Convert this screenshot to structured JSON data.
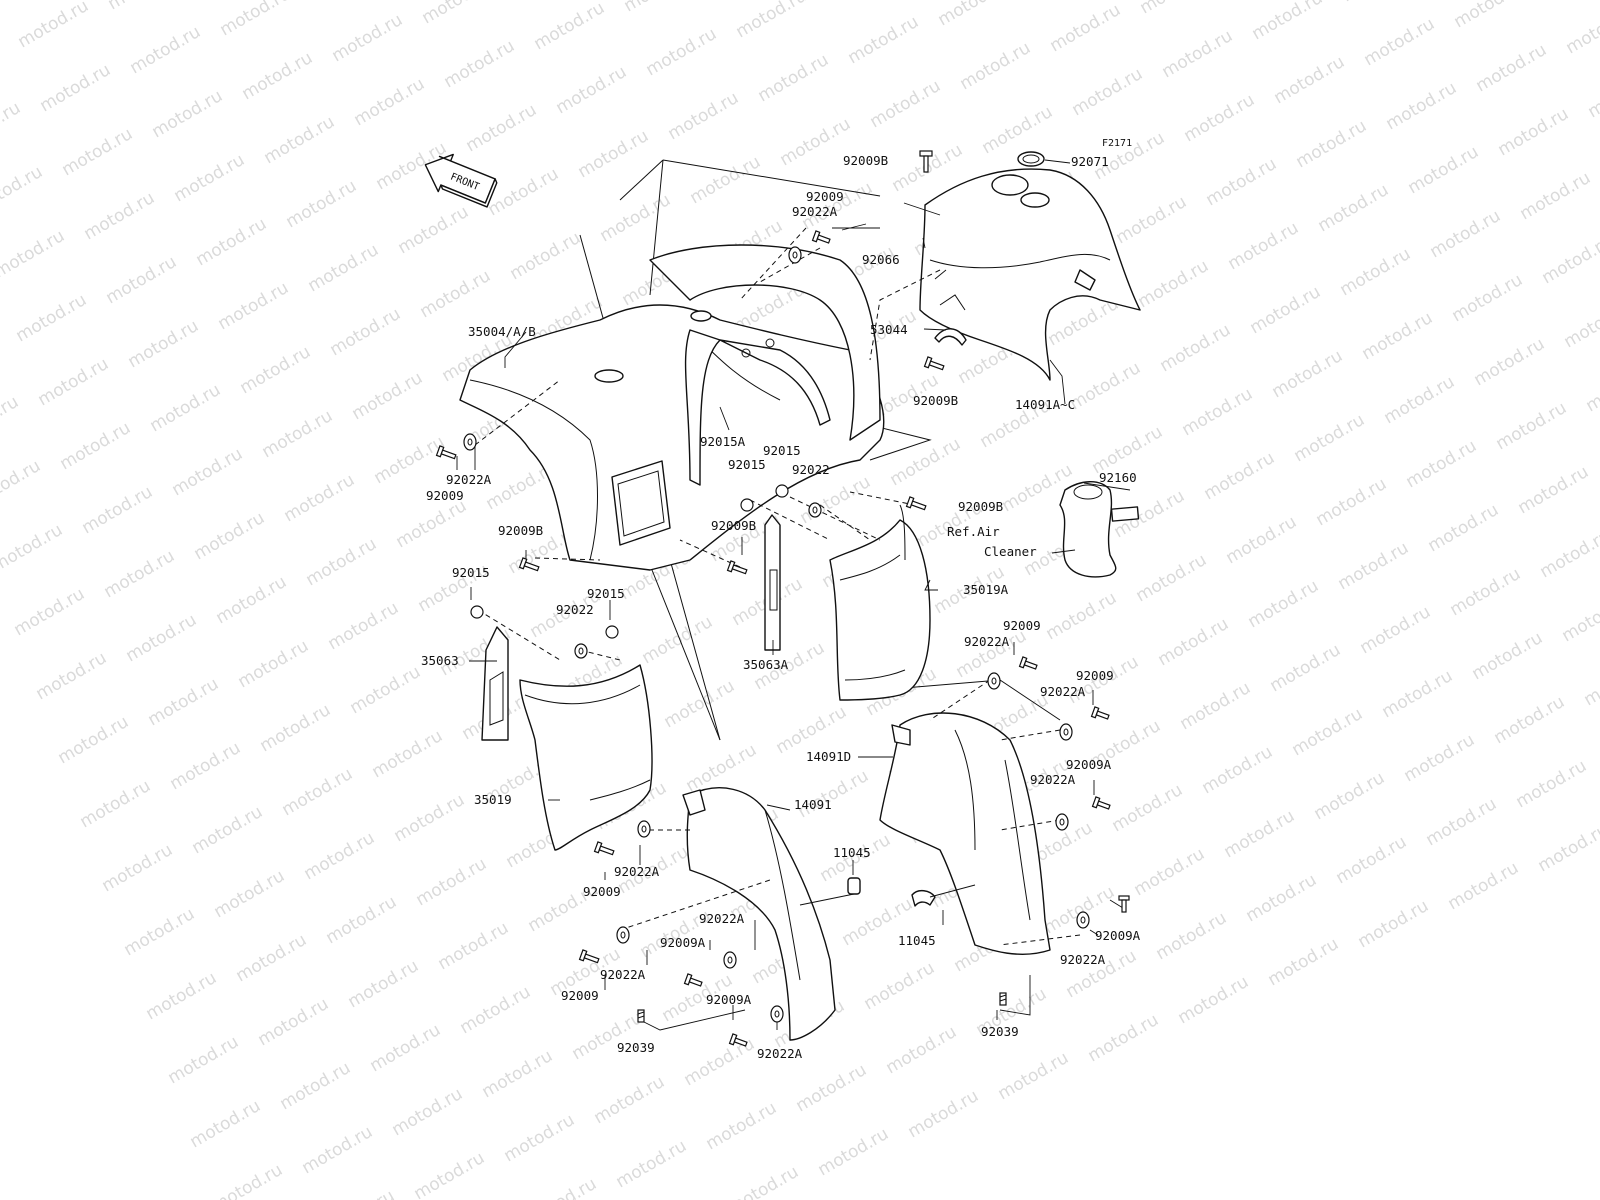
{
  "watermark": "motod.ru",
  "figure_code": "F2171",
  "front_arrow_label": "FRONT",
  "note": [
    "Ref.Air",
    "Cleaner"
  ],
  "callouts": {
    "p92009B_top": "92009B",
    "p92071": "92071",
    "p92009_top": "92009",
    "p92022A_top": "92022A",
    "p92066": "92066",
    "p35004": "35004/A/B",
    "p53044": "53044",
    "p92009B_mid": "92009B",
    "p14091AC": "14091A~C",
    "p92015A": "92015A",
    "p92015_a": "92015",
    "p92015_b": "92015",
    "p92022_mid": "92022",
    "p92022A_left": "92022A",
    "p92009_left": "92009",
    "p92009B_right": "92009B",
    "p92160": "92160",
    "p92009B_left": "92009B",
    "p92009B_center": "92009B",
    "p35019A": "35019A",
    "p92015_c": "92015",
    "p92015_d": "92015",
    "p92022_low": "92022",
    "p35063": "35063",
    "p35063A": "35063A",
    "p92009_r1": "92009",
    "p92022A_r1": "92022A",
    "p92009_r2": "92009",
    "p92022A_r2": "92022A",
    "p14091D": "14091D",
    "p92009A_r": "92009A",
    "p92022A_r3": "92022A",
    "p35019": "35019",
    "p14091": "14091",
    "p11045_a": "11045",
    "p92022A_b1": "92022A",
    "p92009_b1": "92009",
    "p92022A_b2": "92022A",
    "p92009A_b": "92009A",
    "p92022A_b3": "92022A",
    "p92009_b2": "92009",
    "p11045_b": "11045",
    "p92009A_r4": "92009A",
    "p92022A_r4": "92022A",
    "p92009A_b2": "92009A",
    "p92039_a": "92039",
    "p92022A_b4": "92022A",
    "p92039_b": "92039"
  }
}
